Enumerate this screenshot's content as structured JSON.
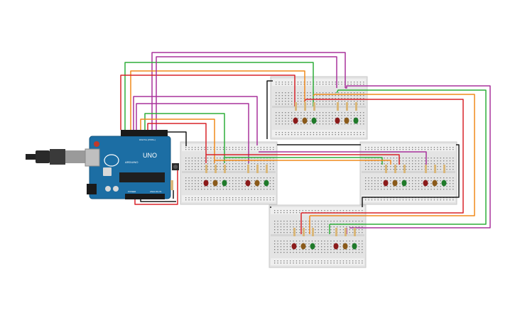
{
  "canvas": {
    "background": "#ffffff"
  },
  "arduino": {
    "logo_text": "UNO",
    "brand_text": "ARDUINO",
    "digital_header_label": "DIGITAL (PWM~)",
    "power_label": "POWER",
    "analog_label": "ANALOG IN",
    "board_color": "#1c6ea4"
  },
  "usb_cable_icon": "usb-plug-icon",
  "breadboards": [
    {
      "id": "top"
    },
    {
      "id": "left"
    },
    {
      "id": "right"
    },
    {
      "id": "bottom"
    }
  ],
  "traffic_lights": [
    {
      "board": "top",
      "groups": 2
    },
    {
      "board": "left",
      "groups": 2
    },
    {
      "board": "right",
      "groups": 2
    },
    {
      "board": "bottom",
      "groups": 2
    }
  ],
  "led_colors": {
    "red": "#8b1a1a",
    "amber": "#8a5a1a",
    "green": "#1f7a2a"
  },
  "wire_colors": {
    "red": "#d8232a",
    "orange": "#f08a1c",
    "green": "#2fae3a",
    "purple": "#a8329b",
    "black": "#1a1a1a"
  },
  "push_button": {
    "label": ""
  }
}
